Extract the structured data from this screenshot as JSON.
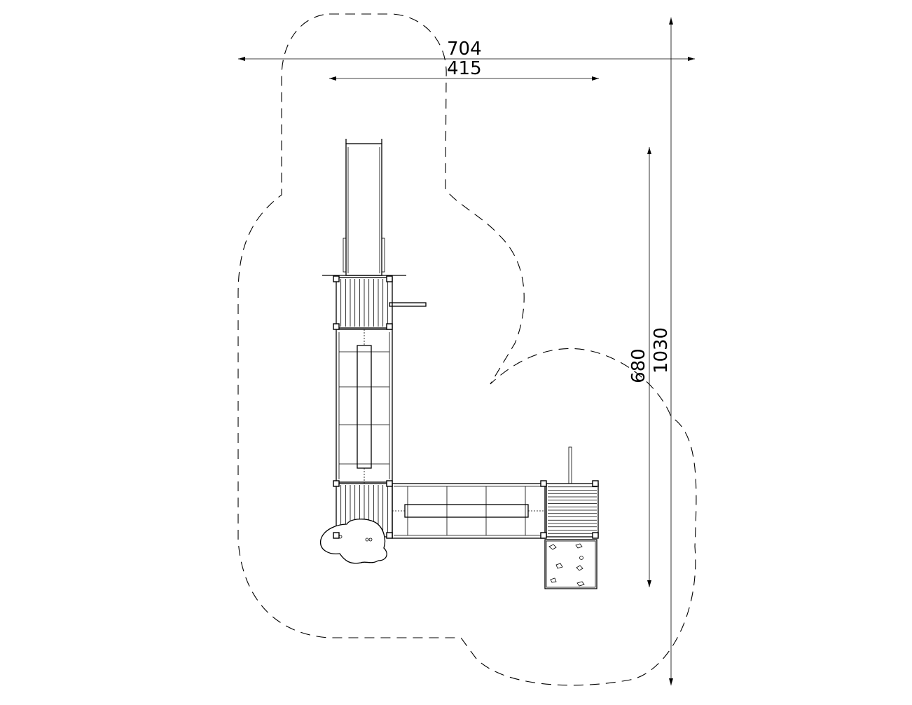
{
  "dimensions": {
    "overall_width": "704",
    "inner_width": "415",
    "inner_height": "680",
    "overall_height": "1030"
  }
}
